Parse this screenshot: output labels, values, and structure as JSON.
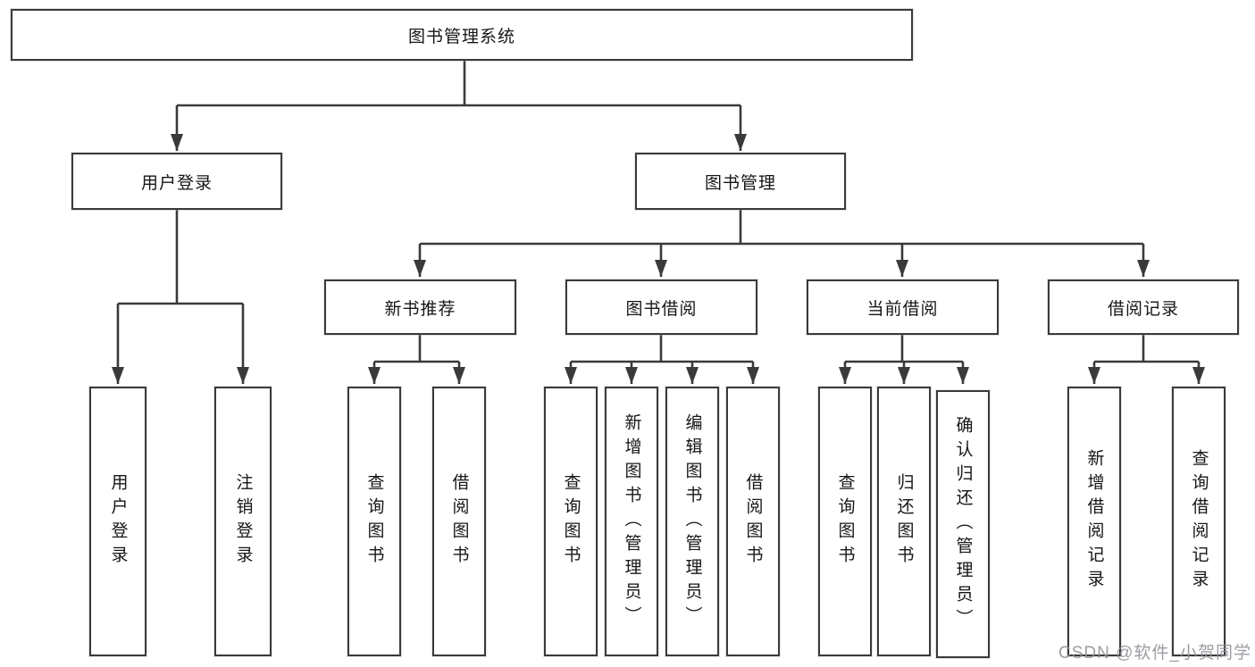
{
  "diagram": {
    "root": {
      "label": "图书管理系统"
    },
    "level2": [
      {
        "label": "用户登录",
        "children": [
          {
            "label": "用户登录"
          },
          {
            "label": "注销登录"
          }
        ]
      },
      {
        "label": "图书管理",
        "children": [
          {
            "label": "新书推荐",
            "children": [
              {
                "label": "查询图书"
              },
              {
                "label": "借阅图书"
              }
            ]
          },
          {
            "label": "图书借阅",
            "children": [
              {
                "label": "查询图书"
              },
              {
                "label": "新增图书（管理员）"
              },
              {
                "label": "编辑图书（管理员）"
              },
              {
                "label": "借阅图书"
              }
            ]
          },
          {
            "label": "当前借阅",
            "children": [
              {
                "label": "查询图书"
              },
              {
                "label": "归还图书"
              },
              {
                "label": "确认归还（管理员）"
              }
            ]
          },
          {
            "label": "借阅记录",
            "children": [
              {
                "label": "新增借阅记录"
              },
              {
                "label": "查询借阅记录"
              }
            ]
          }
        ]
      }
    ],
    "colors": {
      "line": "#3a3a3a",
      "text": "#161616",
      "background": "#ffffff",
      "watermark": "#8e9096"
    }
  },
  "watermark": {
    "text": "CSDN @软件_小贺同学"
  }
}
